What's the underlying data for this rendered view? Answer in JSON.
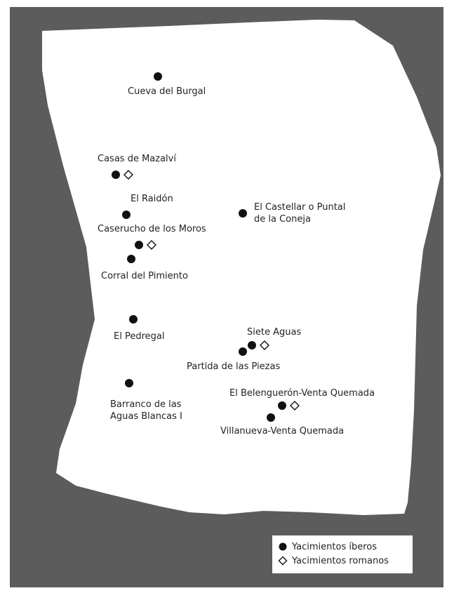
{
  "colors": {
    "background": "#5c5c5c",
    "region_fill": "#ffffff",
    "iberian_marker": "#111111",
    "roman_marker_stroke": "#111111"
  },
  "legend": {
    "iberian": "Yacimientos íberos",
    "roman": "Yacimientos romanos"
  },
  "sites": [
    {
      "id": "cueva-del-burgal",
      "lines": [
        "Cueva del Burgal"
      ],
      "iberian": true,
      "roman": false
    },
    {
      "id": "casas-de-mazalvi",
      "lines": [
        "Casas de Mazalví"
      ],
      "iberian": true,
      "roman": true
    },
    {
      "id": "el-raidon",
      "lines": [
        "El Raidón"
      ],
      "iberian": true,
      "roman": false
    },
    {
      "id": "el-castellar",
      "lines": [
        "El Castellar o Puntal",
        "de la Coneja"
      ],
      "iberian": true,
      "roman": false
    },
    {
      "id": "caserucho-de-los-moros",
      "lines": [
        "Caserucho de los Moros"
      ],
      "iberian": true,
      "roman": true
    },
    {
      "id": "corral-del-pimiento",
      "lines": [
        "Corral del Pimiento"
      ],
      "iberian": true,
      "roman": false
    },
    {
      "id": "el-pedregal",
      "lines": [
        "El Pedregal"
      ],
      "iberian": true,
      "roman": false
    },
    {
      "id": "siete-aguas",
      "lines": [
        "Siete Aguas"
      ],
      "iberian": true,
      "roman": true
    },
    {
      "id": "partida-de-las-piezas",
      "lines": [
        "Partida de las Piezas"
      ],
      "iberian": true,
      "roman": false
    },
    {
      "id": "barranco-aguas-blancas",
      "lines": [
        "Barranco de las",
        "Aguas Blancas I"
      ],
      "iberian": true,
      "roman": false
    },
    {
      "id": "el-belenogueron",
      "lines": [
        "El Belenguerón-Venta Quemada"
      ],
      "iberian": true,
      "roman": true
    },
    {
      "id": "villanueva-venta-quemada",
      "lines": [
        "Villanueva-Venta Quemada"
      ],
      "iberian": true,
      "roman": false
    }
  ]
}
